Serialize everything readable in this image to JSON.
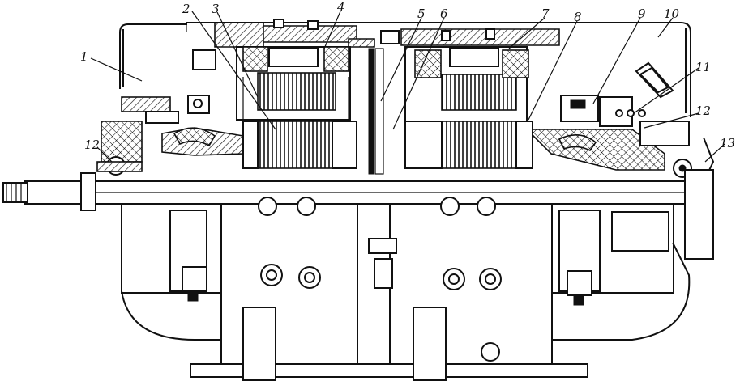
{
  "callouts": [
    {
      "id": "c1",
      "text": "1"
    },
    {
      "id": "c2",
      "text": "2"
    },
    {
      "id": "c3",
      "text": "3"
    },
    {
      "id": "c4",
      "text": "4"
    },
    {
      "id": "c5",
      "text": "5"
    },
    {
      "id": "c6",
      "text": "6"
    },
    {
      "id": "c7",
      "text": "7"
    },
    {
      "id": "c8",
      "text": "8"
    },
    {
      "id": "c9",
      "text": "9"
    },
    {
      "id": "c10",
      "text": "10"
    },
    {
      "id": "c11",
      "text": "11"
    },
    {
      "id": "c12a",
      "text": "12"
    },
    {
      "id": "c12b",
      "text": "12"
    },
    {
      "id": "c13",
      "text": "13"
    }
  ]
}
